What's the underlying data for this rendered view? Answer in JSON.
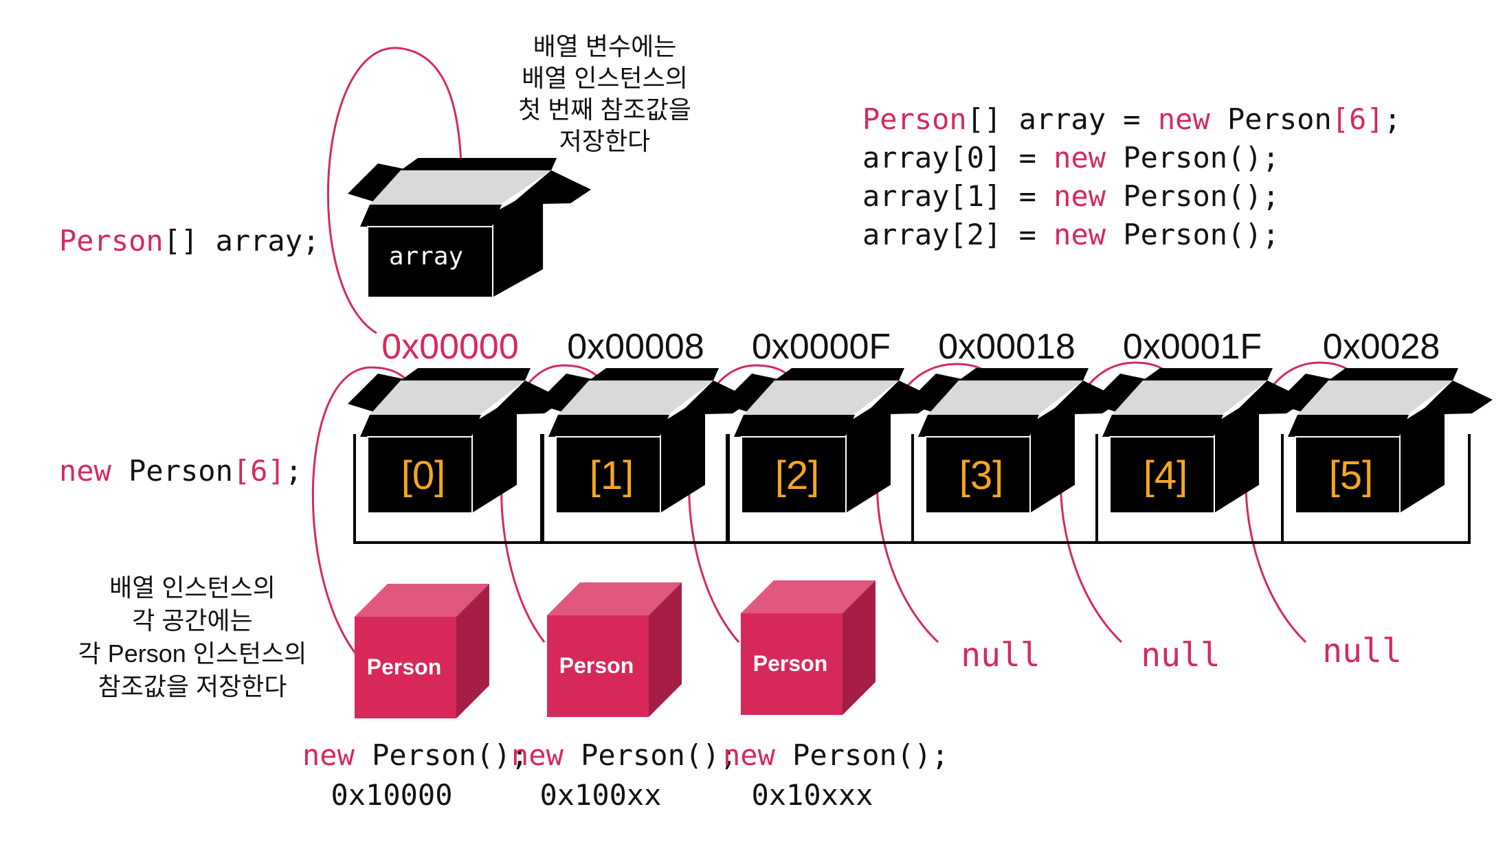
{
  "top_note": [
    "배열 변수에는",
    "배열 인스턴스의",
    "첫 번째 참조값을",
    "저장한다"
  ],
  "code_block": [
    [
      {
        "t": "Person",
        "k": "kw"
      },
      {
        "t": "[] array = ",
        "k": "plain"
      },
      {
        "t": "new",
        "k": "kw"
      },
      {
        "t": " Person",
        "k": "plain"
      },
      {
        "t": "[6]",
        "k": "kw"
      },
      {
        "t": ";",
        "k": "plain"
      }
    ],
    [
      {
        "t": "array[0] = ",
        "k": "plain"
      },
      {
        "t": "new",
        "k": "kw"
      },
      {
        "t": " Person();",
        "k": "plain"
      }
    ],
    [
      {
        "t": "array[1] = ",
        "k": "plain"
      },
      {
        "t": "new",
        "k": "kw"
      },
      {
        "t": " Person();",
        "k": "plain"
      }
    ],
    [
      {
        "t": "array[2] = ",
        "k": "plain"
      },
      {
        "t": "new",
        "k": "kw"
      },
      {
        "t": " Person();",
        "k": "plain"
      }
    ]
  ],
  "decl": [
    {
      "t": "Person",
      "k": "kw"
    },
    {
      "t": "[] array;",
      "k": "plain"
    }
  ],
  "alloc": [
    {
      "t": "new",
      "k": "kw"
    },
    {
      "t": " Person",
      "k": "plain"
    },
    {
      "t": "[6]",
      "k": "kw"
    },
    {
      "t": ";",
      "k": "plain"
    }
  ],
  "array_box_label": "array",
  "addresses": [
    "0x00000",
    "0x00008",
    "0x0000F",
    "0x00018",
    "0x0001F",
    "0x0028"
  ],
  "first_address_highlight": true,
  "slots": [
    "[0]",
    "[1]",
    "[2]",
    "[3]",
    "[4]",
    "[5]"
  ],
  "side_note": [
    "배열 인스턴스의",
    "각 공간에는",
    "각 Person 인스턴스의",
    "참조값을 저장한다"
  ],
  "person_label": "Person",
  "persons": [
    {
      "code": [
        {
          "t": "new",
          "k": "kw"
        },
        {
          "t": " Person();",
          "k": "plain"
        }
      ],
      "addr": "0x10000"
    },
    {
      "code": [
        {
          "t": "new",
          "k": "kw"
        },
        {
          "t": " Person();",
          "k": "plain"
        }
      ],
      "addr": "0x100xx"
    },
    {
      "code": [
        {
          "t": "new",
          "k": "kw"
        },
        {
          "t": " Person();",
          "k": "plain"
        }
      ],
      "addr": "0x10xxx"
    }
  ],
  "null_label": "null",
  "colors": {
    "keyword": "#d6295a",
    "text": "#111111",
    "slot_label": "#f5a623",
    "box": "#000000",
    "box_inner": "#d9d9d9",
    "arrow": "#d6295a",
    "person_front": "#d6295a",
    "person_top": "#e0587e",
    "person_side": "#a61e45"
  }
}
